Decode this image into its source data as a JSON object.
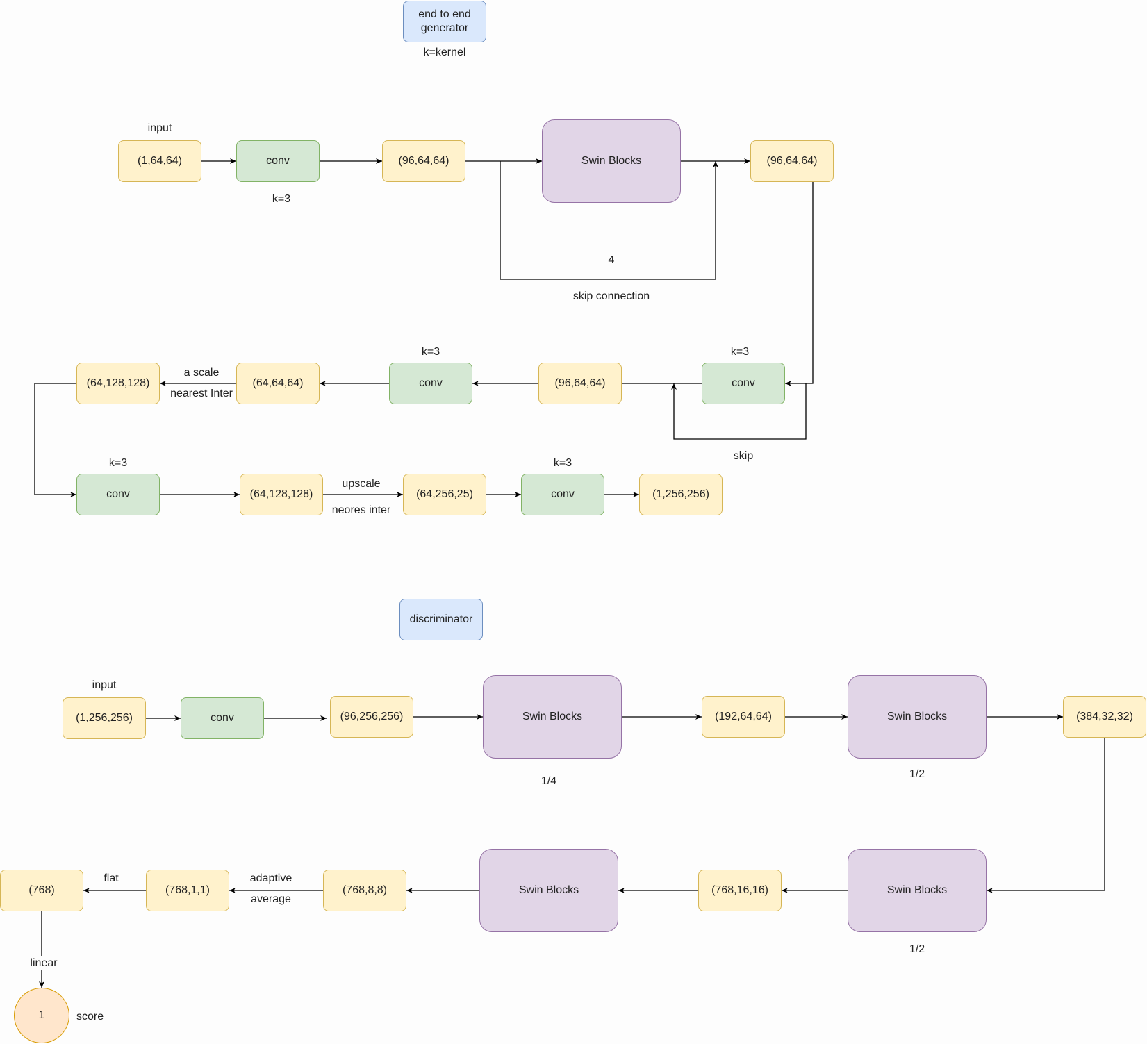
{
  "generator": {
    "title": "end to end generator",
    "kernel_note": "k=kernel",
    "input_label": "input",
    "input_shape": "(1,64,64)",
    "conv1": "conv",
    "conv1_k": "k=3",
    "feat1": "(96,64,64)",
    "swin": "Swin Blocks",
    "feat2": "(96,64,64)",
    "skip_count": "4",
    "skip_connection": "skip connection",
    "conv2": "conv",
    "conv2_k": "k=3",
    "skip": "skip",
    "feat3": "(96,64,64)",
    "conv3": "conv",
    "conv3_k": "k=3",
    "feat4": "(64,64,64)",
    "upscale1_top": "a scale",
    "upscale1_bottom": "nearest Inter",
    "feat5": "(64,128,128)",
    "conv4": "conv",
    "conv4_k": "k=3",
    "feat6": "(64,128,128)",
    "upscale2_top": "upscale",
    "upscale2_bottom": "neores inter",
    "feat7": "(64,256,25)",
    "conv5": "conv",
    "conv5_k": "k=3",
    "output": "(1,256,256)"
  },
  "discriminator": {
    "title": "discriminator",
    "input_label": "input",
    "input_shape": "(1,256,256)",
    "conv": "conv",
    "feat1": "(96,256,256)",
    "swin1": "Swin Blocks",
    "swin1_ratio": "1/4",
    "feat2": "(192,64,64)",
    "swin2": "Swin Blocks",
    "swin2_ratio": "1/2",
    "feat3": "(384,32,32)",
    "swin3": "Swin Blocks",
    "swin3_ratio": "1/2",
    "feat4": "(768,16,16)",
    "swin4": "Swin Blocks",
    "feat5": "(768,8,8)",
    "pool_top": "adaptive",
    "pool_bottom": "average",
    "feat6": "(768,1,1)",
    "flat": "flat",
    "feat7": "(768)",
    "linear": "linear",
    "score_value": "1",
    "score_label": "score"
  }
}
